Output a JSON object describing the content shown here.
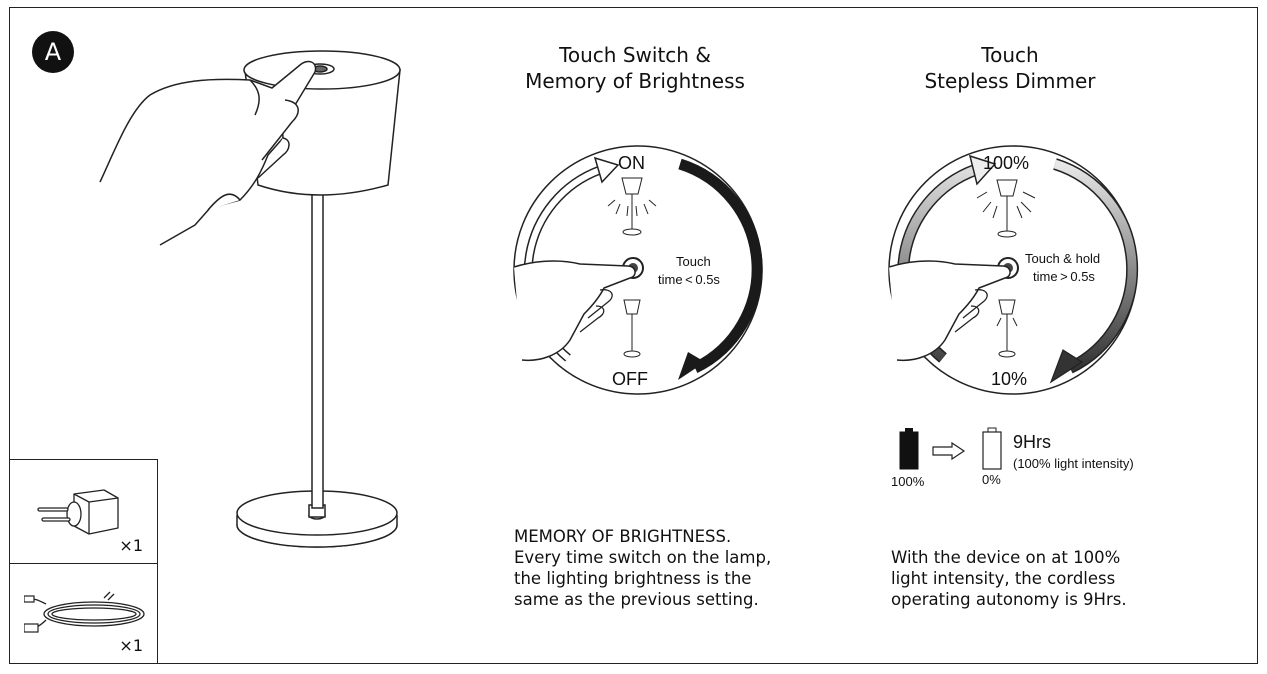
{
  "badge": "A",
  "touch_switch": {
    "title": [
      "Touch Switch &",
      "Memory of Brightness"
    ],
    "label_on": "ON",
    "label_off": "OFF",
    "touch_note": [
      "Touch",
      "time < 0.5s"
    ]
  },
  "dimmer": {
    "title": [
      "Touch",
      "Stepless Dimmer"
    ],
    "label_max": "100%",
    "label_min": "10%",
    "touch_note": [
      "Touch & hold",
      "time > 0.5s"
    ]
  },
  "battery": {
    "full_label": "100%",
    "empty_label": "0%",
    "hours": "9Hrs",
    "intensity_note": "(100% light intensity)"
  },
  "memory_text": [
    "MEMORY OF BRIGHTNESS.",
    "Every time switch on the lamp,",
    "the lighting brightness is the",
    "same as the previous setting."
  ],
  "autonomy_text": [
    "With the device on at 100%",
    "light intensity, the cordless",
    "operating autonomy is 9Hrs."
  ],
  "accessories": [
    {
      "icon": "power-adapter-icon",
      "qty": "×1"
    },
    {
      "icon": "usb-cable-icon",
      "qty": "×1"
    }
  ]
}
